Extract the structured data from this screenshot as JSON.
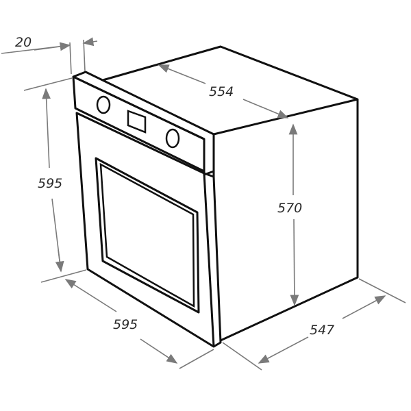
{
  "title": "Built-in oven dimensions",
  "dimensions": {
    "panel_depth": "20",
    "height": "595",
    "width": "595",
    "niche_width": "554",
    "body_height": "570",
    "body_depth": "547"
  },
  "colors": {
    "outline": "#111111",
    "dimension_line": "#7a7a7a"
  }
}
